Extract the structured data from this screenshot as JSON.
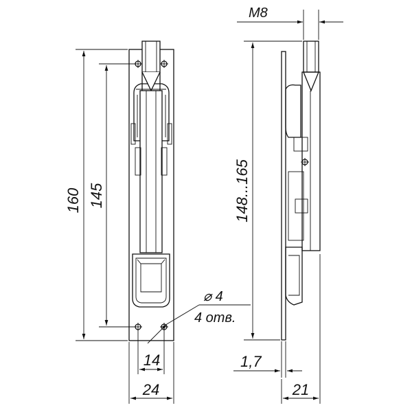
{
  "dimensions": {
    "length_overall": "160",
    "hole_spacing": "145",
    "bolt_travel": "148...165",
    "thread": "M8",
    "hole_diameter_label": "⌀ 4",
    "hole_count_label": "4 отв.",
    "hole_offset": "14",
    "plate_width": "24",
    "plate_thickness": "1,7",
    "overall_depth": "21"
  },
  "colors": {
    "line": "#111111",
    "background": "#ffffff"
  }
}
